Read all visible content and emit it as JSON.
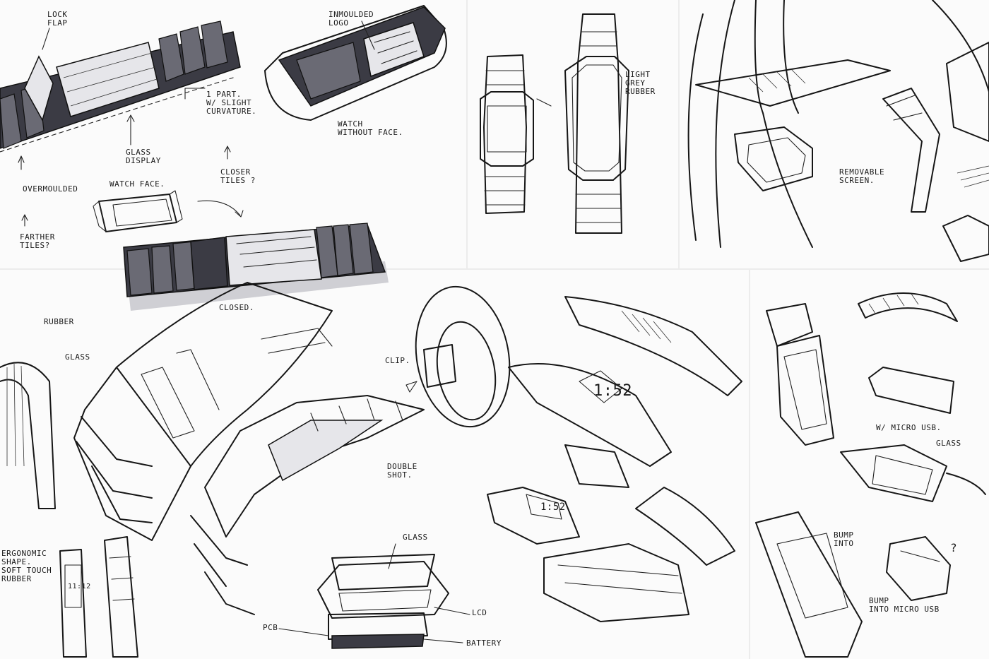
{
  "sheet": {
    "background": "#fbfbfb",
    "ink_color": "#161616",
    "marker_color": "#3b3b44"
  },
  "annotations": {
    "lock_flap": "LOCK\nFLAP",
    "one_part": "1 PART.\nW/ SLIGHT\nCURVATURE.",
    "glass_display": "GLASS\nDISPLAY",
    "overmoulded": "OVERMOULDED",
    "watch_face": "WATCH FACE.",
    "farther_tiles": "FARTHER\nTILES?",
    "closer_tiles": "CLOSER\nTILES ?",
    "inmoulded_logo": "INMOULDED\nLOGO",
    "watch_without_face": "WATCH\nWITHOUT FACE.",
    "closed": "CLOSED.",
    "light_grey_rubber": "LIGHT\nGREY\nRUBBER",
    "removable_screen": "REMOVABLE\nSCREEN.",
    "rubber": "RUBBER",
    "glass_left": "GLASS",
    "clip": "CLIP.",
    "double_shot": "DOUBLE\nSHOT.",
    "ergonomic_shape": "ERGONOMIC\nSHAPE.\nSOFT TOUCH\nRUBBER",
    "glass_bottom": "GLASS",
    "lcd": "LCD",
    "pcb": "PCB",
    "battery": "BATTERY",
    "w_micro_usb": "W/ MICRO USB.",
    "glass_right": "GLASS",
    "bump_into": "BUMP\nINTO",
    "bump_into_micro_usb": "BUMP\nINTO MICRO USB",
    "question": "?",
    "time_display_1": "1:52",
    "time_display_2": "1:52",
    "time_display_3": "11:12"
  }
}
